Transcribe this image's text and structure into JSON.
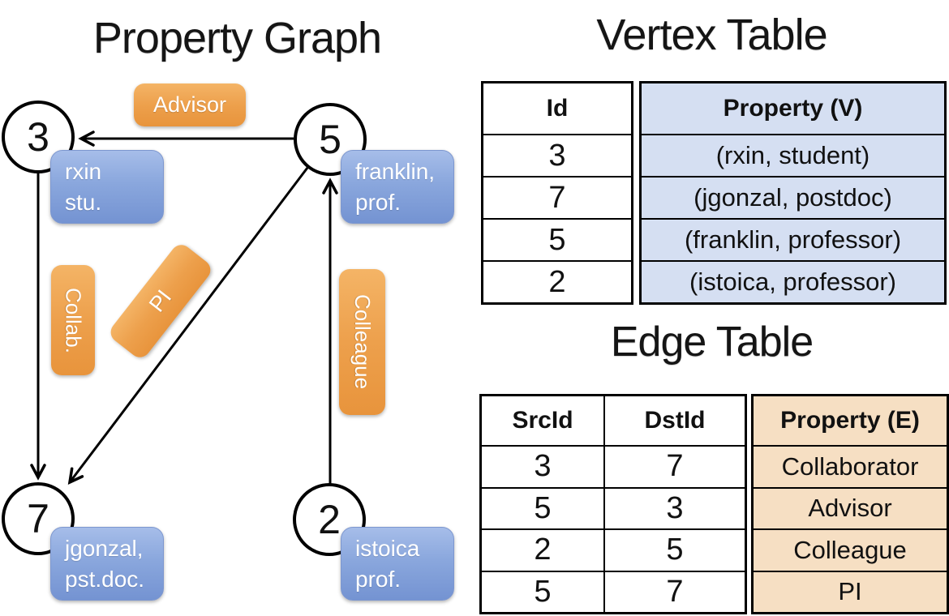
{
  "graph": {
    "title": "Property Graph",
    "nodes": [
      {
        "id": "3",
        "line1": "rxin",
        "line2": "stu."
      },
      {
        "id": "5",
        "line1": "franklin,",
        "line2": "prof."
      },
      {
        "id": "7",
        "line1": "jgonzal,",
        "line2": "pst.doc."
      },
      {
        "id": "2",
        "line1": "istoica",
        "line2": "prof."
      }
    ],
    "edge_labels": {
      "advisor": "Advisor",
      "collab": "Collab.",
      "pi": "PI",
      "colleague": "Colleague"
    }
  },
  "vertex_table": {
    "title": "Vertex Table",
    "col_id": "Id",
    "col_property": "Property (V)",
    "rows": [
      {
        "id": "3",
        "property": "(rxin, student)"
      },
      {
        "id": "7",
        "property": "(jgonzal, postdoc)"
      },
      {
        "id": "5",
        "property": "(franklin, professor)"
      },
      {
        "id": "2",
        "property": "(istoica, professor)"
      }
    ]
  },
  "edge_table": {
    "title": "Edge Table",
    "col_src": "SrcId",
    "col_dst": "DstId",
    "col_property": "Property (E)",
    "rows": [
      {
        "src": "3",
        "dst": "7",
        "property": "Collaborator"
      },
      {
        "src": "5",
        "dst": "3",
        "property": "Advisor"
      },
      {
        "src": "2",
        "dst": "5",
        "property": "Colleague"
      },
      {
        "src": "5",
        "dst": "7",
        "property": "PI"
      }
    ]
  },
  "colors": {
    "edge_label_orange": "#eda04c",
    "vertex_label_blue": "#8aa7dd",
    "vertex_table_fill": "#d5dff2",
    "edge_table_fill": "#f6dfc3",
    "line_black": "#000000"
  }
}
